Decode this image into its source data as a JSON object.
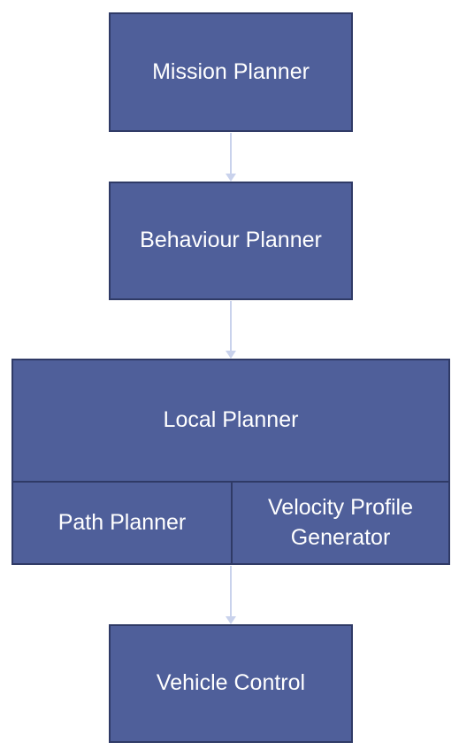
{
  "diagram": {
    "nodes": {
      "mission_planner": "Mission Planner",
      "behaviour_planner": "Behaviour Planner",
      "local_planner": "Local Planner",
      "path_planner": "Path Planner",
      "velocity_profile_generator": [
        "Velocity Profile",
        "Generator"
      ],
      "vehicle_control": "Vehicle Control"
    },
    "edges": [
      [
        "Mission Planner",
        "Behaviour Planner"
      ],
      [
        "Behaviour Planner",
        "Local Planner"
      ],
      [
        "Local Planner",
        "Vehicle Control"
      ]
    ],
    "colors": {
      "box_fill": "#4f5f9a",
      "box_border": "#2f3a66",
      "text": "#ffffff",
      "connector": "#c9d2ec"
    }
  }
}
